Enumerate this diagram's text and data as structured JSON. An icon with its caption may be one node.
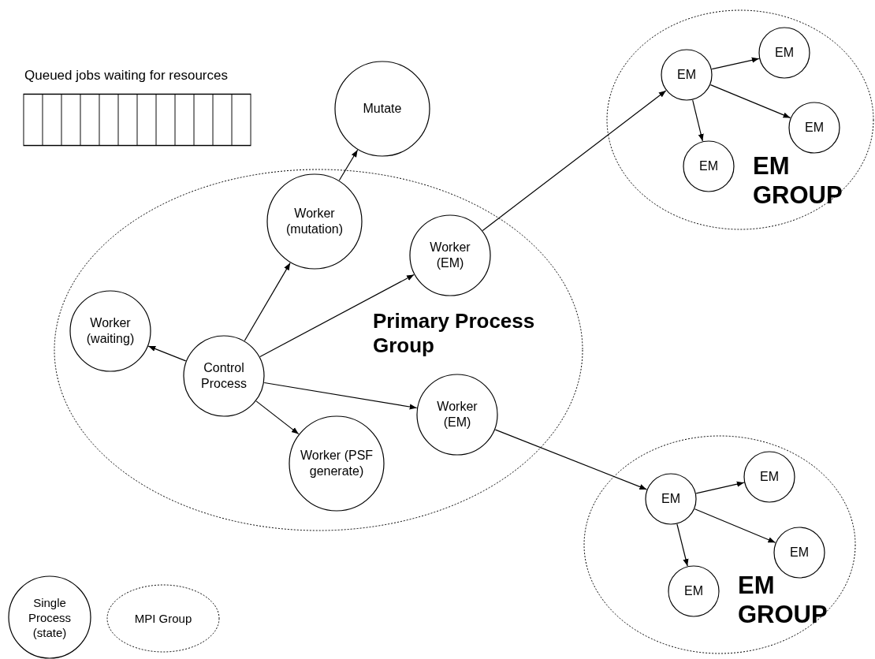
{
  "diagram": {
    "nodes": [
      {
        "text": [
          "Mutate"
        ]
      },
      {
        "text": [
          "EM GROUP"
        ]
      },
      {
        "text": [
          "EM"
        ],
        "in": 1
      },
      {
        "text": [
          "EM"
        ],
        "in": 1
      },
      {
        "text": [
          "EM"
        ],
        "in": 1
      },
      {
        "text": [
          "EM"
        ],
        "in": 1
      },
      {
        "text": [
          "Primary Process Group"
        ]
      },
      {
        "text": [
          "Worker (mutation)"
        ],
        "in": 6
      },
      {
        "text": [
          "Worker (EM)"
        ],
        "in": 6
      },
      {
        "text": [
          "Worker (waiting)"
        ],
        "in": 6
      },
      {
        "text": [
          "Control Process"
        ],
        "in": 6
      },
      {
        "text": [
          "Worker (EM)"
        ],
        "in": 6
      },
      {
        "text": [
          "Worker (PSF generate)"
        ],
        "in": 6
      },
      {
        "text": [
          "EM GROUP"
        ]
      },
      {
        "text": [
          "EM"
        ],
        "in": 13
      },
      {
        "text": [
          "EM"
        ],
        "in": 13
      },
      {
        "text": [
          "EM"
        ],
        "in": 13
      },
      {
        "text": [
          "EM"
        ],
        "in": 13
      }
    ],
    "edges": [
      {
        "from": 10,
        "to": 9,
        "arrow": "to"
      },
      {
        "from": 10,
        "to": 7,
        "arrow": "to"
      },
      {
        "from": 10,
        "to": 8,
        "arrow": "to"
      },
      {
        "from": 10,
        "to": 11,
        "arrow": "to"
      },
      {
        "from": 10,
        "to": 12,
        "arrow": "to"
      },
      {
        "from": 7,
        "to": 0,
        "arrow": "to"
      },
      {
        "from": 8,
        "to": 2,
        "arrow": "to"
      },
      {
        "from": 11,
        "to": 14,
        "arrow": "to"
      },
      {
        "from": 2,
        "to": 3,
        "arrow": "to"
      },
      {
        "from": 2,
        "to": 4,
        "arrow": "to"
      },
      {
        "from": 2,
        "to": 5,
        "arrow": "to"
      },
      {
        "from": 14,
        "to": 15,
        "arrow": "to"
      },
      {
        "from": 14,
        "to": 16,
        "arrow": "to"
      },
      {
        "from": 14,
        "to": 17,
        "arrow": "to"
      }
    ],
    "labels": [
      "Queued jobs waiting for resources"
    ],
    "legend": [
      {
        "text": "Single Process (state)"
      },
      {
        "text": "MPI Group"
      }
    ]
  }
}
